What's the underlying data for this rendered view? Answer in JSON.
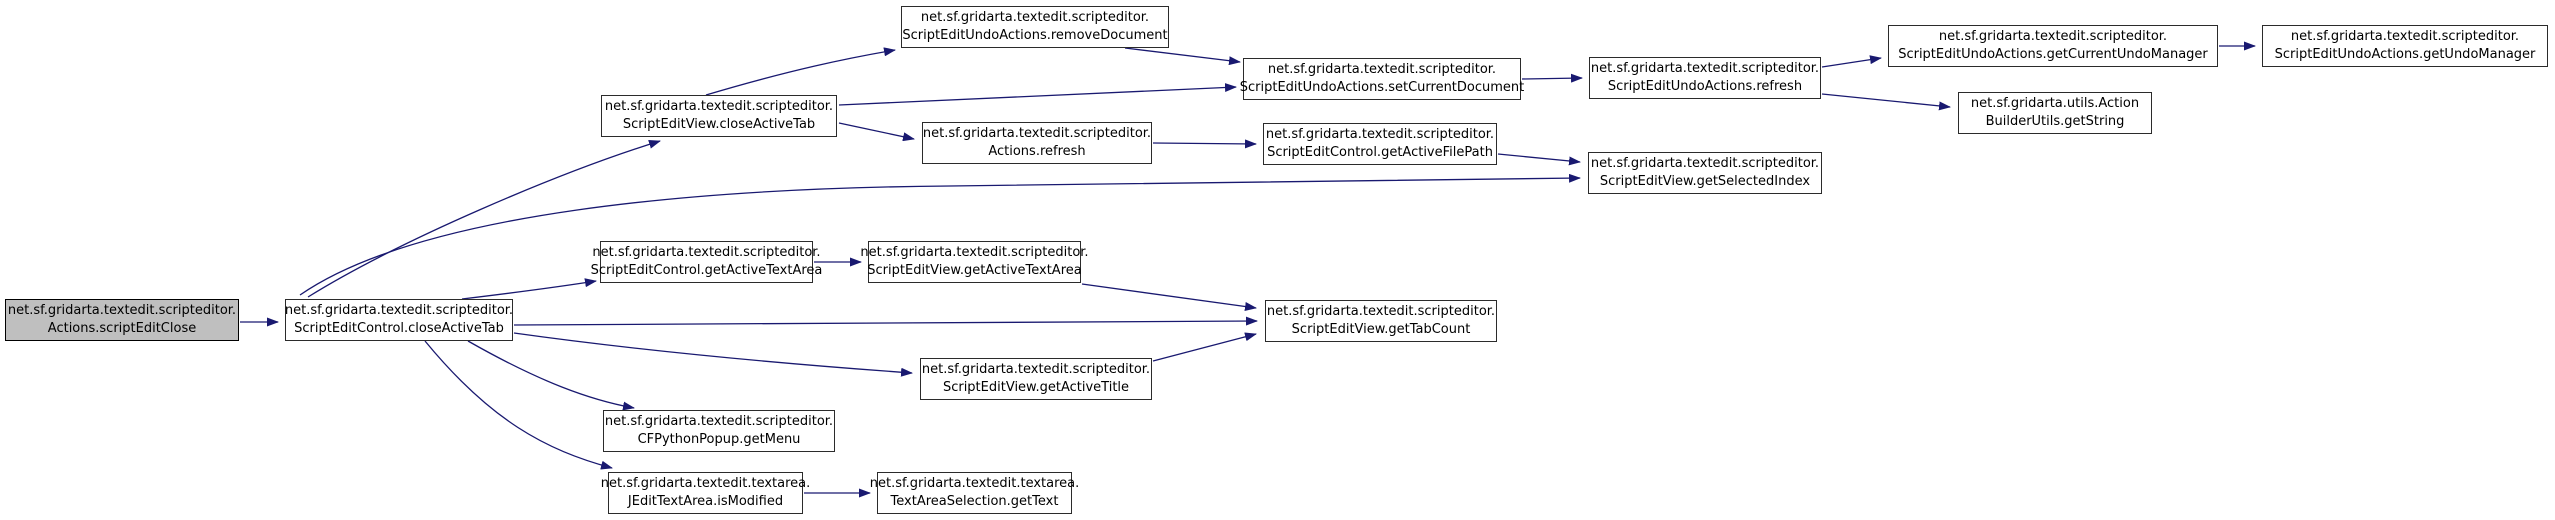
{
  "diagram": {
    "type": "doxygen-call-graph",
    "background_color": "#ffffff",
    "edge_color": "#191970",
    "node_fill": "#ffffff",
    "node_border_color": "#2b2b2b",
    "highlighted_node_fill": "#bfbfbf",
    "text_color": "#000000"
  },
  "nodes": [
    {
      "id": "actions-scriptEditClose",
      "line1": "net.sf.gridarta.textedit.scripteditor.",
      "line2": "Actions.scriptEditClose",
      "highlighted": true
    },
    {
      "id": "control-closeActiveTab",
      "line1": "net.sf.gridarta.textedit.scripteditor.",
      "line2": "ScriptEditControl.closeActiveTab",
      "highlighted": false
    },
    {
      "id": "view-closeActiveTab",
      "line1": "net.sf.gridarta.textedit.scripteditor.",
      "line2": "ScriptEditView.closeActiveTab",
      "highlighted": false
    },
    {
      "id": "undo-removeDocument",
      "line1": "net.sf.gridarta.textedit.scripteditor.",
      "line2": "ScriptEditUndoActions.removeDocument",
      "highlighted": false
    },
    {
      "id": "undo-setCurrentDocument",
      "line1": "net.sf.gridarta.textedit.scripteditor.",
      "line2": "ScriptEditUndoActions.setCurrentDocument",
      "highlighted": false
    },
    {
      "id": "undo-refresh",
      "line1": "net.sf.gridarta.textedit.scripteditor.",
      "line2": "ScriptEditUndoActions.refresh",
      "highlighted": false
    },
    {
      "id": "undo-getCurrentUndoManager",
      "line1": "net.sf.gridarta.textedit.scripteditor.",
      "line2": "ScriptEditUndoActions.getCurrentUndoManager",
      "highlighted": false
    },
    {
      "id": "undo-getUndoManager",
      "line1": "net.sf.gridarta.textedit.scripteditor.",
      "line2": "ScriptEditUndoActions.getUndoManager",
      "highlighted": false
    },
    {
      "id": "utils-getString",
      "line1": "net.sf.gridarta.utils.Action",
      "line2": "BuilderUtils.getString",
      "highlighted": false
    },
    {
      "id": "actions-refresh",
      "line1": "net.sf.gridarta.textedit.scripteditor.",
      "line2": "Actions.refresh",
      "highlighted": false
    },
    {
      "id": "control-getActiveFilePath",
      "line1": "net.sf.gridarta.textedit.scripteditor.",
      "line2": "ScriptEditControl.getActiveFilePath",
      "highlighted": false
    },
    {
      "id": "view-getSelectedIndex",
      "line1": "net.sf.gridarta.textedit.scripteditor.",
      "line2": "ScriptEditView.getSelectedIndex",
      "highlighted": false
    },
    {
      "id": "control-getActiveTextArea",
      "line1": "net.sf.gridarta.textedit.scripteditor.",
      "line2": "ScriptEditControl.getActiveTextArea",
      "highlighted": false
    },
    {
      "id": "view-getActiveTextArea",
      "line1": "net.sf.gridarta.textedit.scripteditor.",
      "line2": "ScriptEditView.getActiveTextArea",
      "highlighted": false
    },
    {
      "id": "view-getTabCount",
      "line1": "net.sf.gridarta.textedit.scripteditor.",
      "line2": "ScriptEditView.getTabCount",
      "highlighted": false
    },
    {
      "id": "view-getActiveTitle",
      "line1": "net.sf.gridarta.textedit.scripteditor.",
      "line2": "ScriptEditView.getActiveTitle",
      "highlighted": false
    },
    {
      "id": "popup-getMenu",
      "line1": "net.sf.gridarta.textedit.scripteditor.",
      "line2": "CFPythonPopup.getMenu",
      "highlighted": false
    },
    {
      "id": "textarea-isModified",
      "line1": "net.sf.gridarta.textedit.textarea.",
      "line2": "JEditTextArea.isModified",
      "highlighted": false
    },
    {
      "id": "textarea-getText",
      "line1": "net.sf.gridarta.textedit.textarea.",
      "line2": "TextAreaSelection.getText",
      "highlighted": false
    }
  ],
  "edges": [
    {
      "from": "actions-scriptEditClose",
      "to": "control-closeActiveTab"
    },
    {
      "from": "control-closeActiveTab",
      "to": "view-closeActiveTab"
    },
    {
      "from": "control-closeActiveTab",
      "to": "view-getSelectedIndex"
    },
    {
      "from": "control-closeActiveTab",
      "to": "control-getActiveTextArea"
    },
    {
      "from": "control-closeActiveTab",
      "to": "view-getTabCount"
    },
    {
      "from": "control-closeActiveTab",
      "to": "view-getActiveTitle"
    },
    {
      "from": "control-closeActiveTab",
      "to": "popup-getMenu"
    },
    {
      "from": "control-closeActiveTab",
      "to": "textarea-isModified"
    },
    {
      "from": "view-closeActiveTab",
      "to": "undo-removeDocument"
    },
    {
      "from": "view-closeActiveTab",
      "to": "undo-setCurrentDocument"
    },
    {
      "from": "view-closeActiveTab",
      "to": "actions-refresh"
    },
    {
      "from": "undo-removeDocument",
      "to": "undo-setCurrentDocument"
    },
    {
      "from": "undo-setCurrentDocument",
      "to": "undo-refresh"
    },
    {
      "from": "undo-refresh",
      "to": "undo-getCurrentUndoManager"
    },
    {
      "from": "undo-refresh",
      "to": "utils-getString"
    },
    {
      "from": "undo-getCurrentUndoManager",
      "to": "undo-getUndoManager"
    },
    {
      "from": "actions-refresh",
      "to": "control-getActiveFilePath"
    },
    {
      "from": "control-getActiveFilePath",
      "to": "view-getSelectedIndex"
    },
    {
      "from": "control-getActiveTextArea",
      "to": "view-getActiveTextArea"
    },
    {
      "from": "view-getActiveTextArea",
      "to": "view-getTabCount"
    },
    {
      "from": "view-getActiveTitle",
      "to": "view-getTabCount"
    },
    {
      "from": "textarea-isModified",
      "to": "textarea-getText"
    }
  ]
}
